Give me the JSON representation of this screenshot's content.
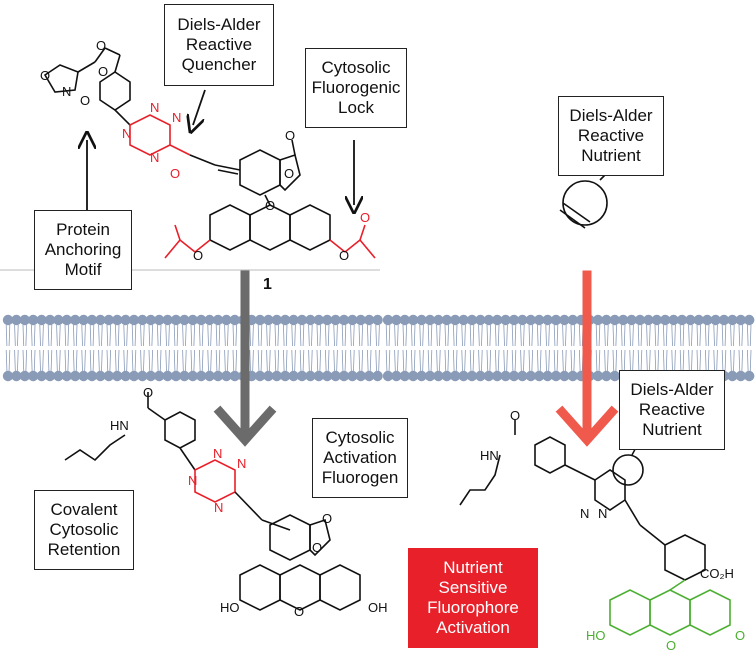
{
  "labels": {
    "da_quencher": "Diels-Alder\nReactive\nQuencher",
    "fluoro_lock": "Cytosolic\nFluorogenic\nLock",
    "anchor": "Protein\nAnchoring\nMotif",
    "da_nutrient_top": "Diels-Alder\nReactive\nNutrient",
    "da_nutrient_bottom": "Diels-Alder\nReactive\nNutrient",
    "cyto_activation": "Cytosolic\nActivation\nFluorogen",
    "covalent": "Covalent\nCytosolic\nRetention",
    "nutrient_sensitive": "Nutrient\nSensitive\nFluorophore\nActivation"
  },
  "compound_number": "1",
  "atoms": {
    "O": "O",
    "N": "N",
    "HN": "HN",
    "HO": "HO",
    "OH": "OH",
    "co2h": "CO₂H"
  },
  "colors": {
    "tetrazine": "#e8202a",
    "acetate": "#e8202a",
    "fluorescein_active": "#4caf32",
    "membrane_head": "#8a9bb8",
    "arrow_gray": "#6b6b6b",
    "arrow_red": "#ef5a4c",
    "activation_box": "#e8202a"
  }
}
